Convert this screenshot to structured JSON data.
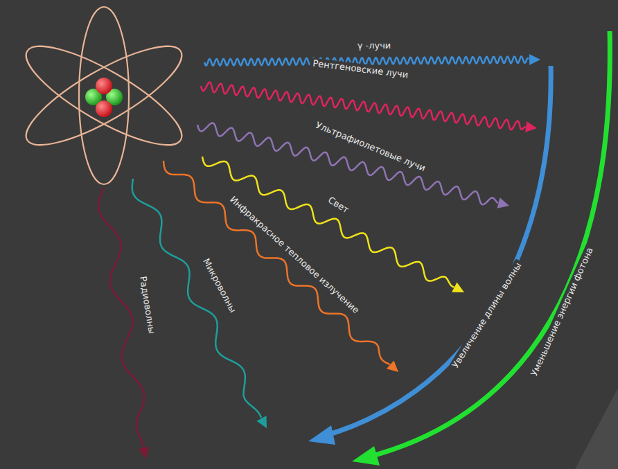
{
  "diagram": {
    "labels": [
      "γ -лучи",
      "Рентгеновские лучи",
      "Ультрафиолетовые лучи",
      "Свет",
      "Инфракрасное тепловое излучение",
      "Микроволны",
      "Радиоволны",
      "Увеличение длины волны",
      "Уменьшение энергии фотона"
    ]
  }
}
